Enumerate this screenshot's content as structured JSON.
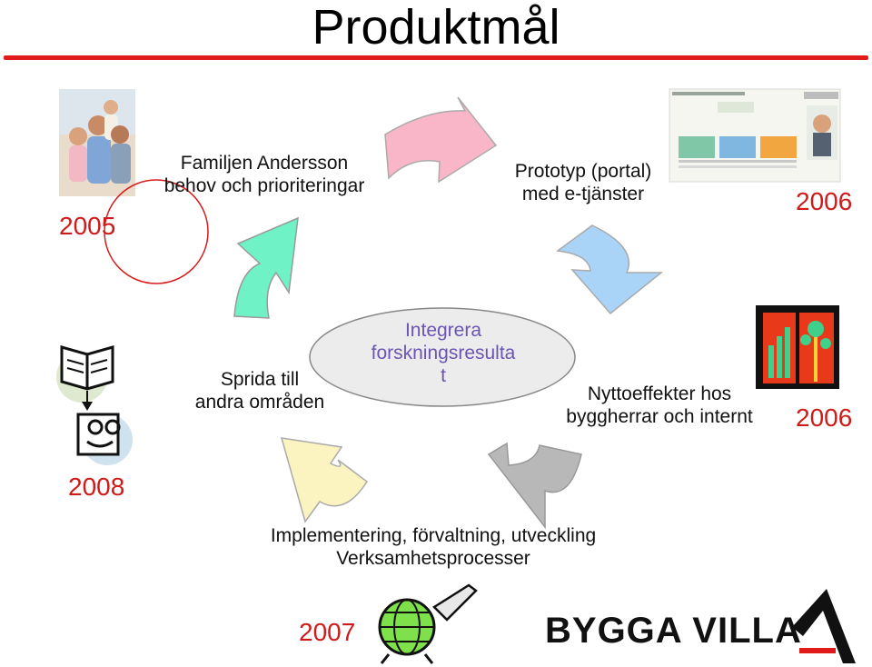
{
  "title": "Produktmål",
  "cycle": {
    "familjen": "Familjen Andersson\nbehov och prioriteringar",
    "prototyp": "Prototyp (portal)\nmed e-tjänster",
    "nyttoeffekter": "Nyttoeffekter hos\nbyggherrar och internt",
    "implementering": "Implementering, förvaltning, utveckling\nVerksamhetsprocesser",
    "sprida": "Sprida till\nandra områden",
    "integrera": "Integrera\nforskningsresulta\nt"
  },
  "years": {
    "y2005": "2005",
    "y2006_top": "2006",
    "y2006_right": "2006",
    "y2007": "2007",
    "y2008": "2008"
  },
  "logo": {
    "text": "BYGGA VILLA"
  },
  "colors": {
    "title_rule": "#e01b1b",
    "year_text": "#d01a1a",
    "arrow_pink": "#f9b6c8",
    "arrow_blue": "#a9d4f8",
    "arrow_grey": "#b8b8b8",
    "arrow_yellow": "#fbf3c0",
    "arrow_green": "#6ff2c6",
    "ellipse_fill": "#ececec"
  },
  "icons": [
    "family-photo",
    "portal-screenshot",
    "art-icon",
    "book-reading-icon",
    "globe-rocket-icon"
  ]
}
